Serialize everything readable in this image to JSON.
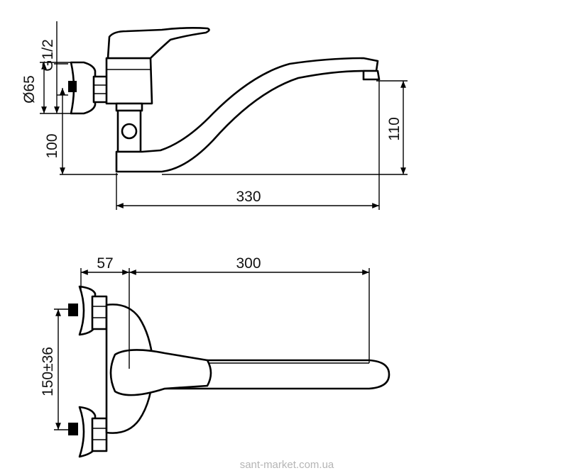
{
  "dimensions": {
    "thread": "G1/2",
    "flange_diameter": "Ø65",
    "height_left": "100",
    "height_right": "110",
    "total_length": "330",
    "wall_offset": "57",
    "spout_length": "300",
    "center_distance": "150±36"
  },
  "watermark": "sant-market.com.ua"
}
